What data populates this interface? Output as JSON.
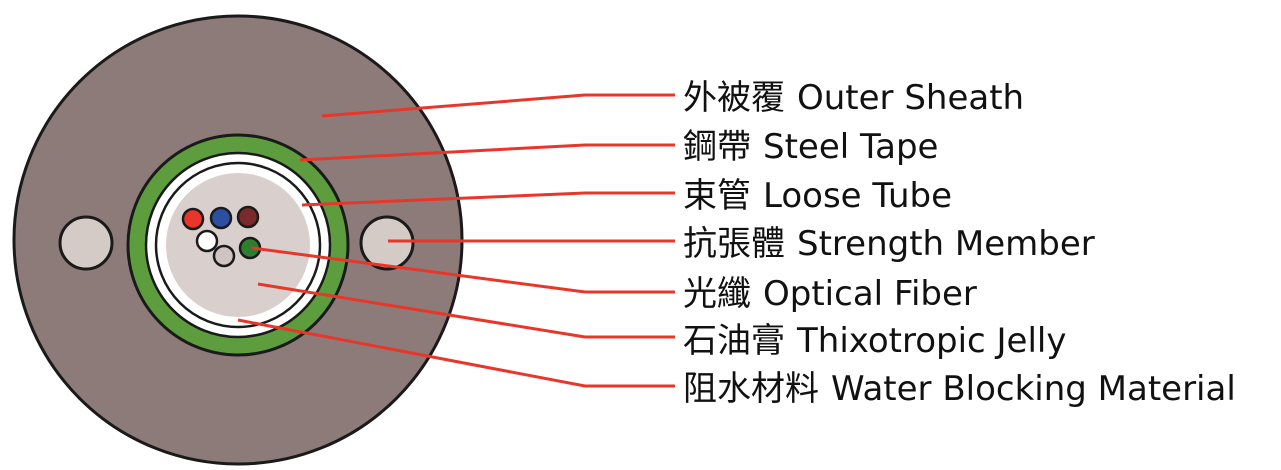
{
  "diagram": {
    "title": "",
    "colors": {
      "sheath": "#8c7b78",
      "steel_tape": "#5e9d3d",
      "tube_white": "#ffffff",
      "jelly": "#d9d0cd",
      "strength_member": "#d4cbc6",
      "leader": "#e8372a",
      "outline": "#1a1a1a"
    },
    "fibers": [
      {
        "color_name": "red",
        "color": "#e8372a"
      },
      {
        "color_name": "blue",
        "color": "#2b50a3"
      },
      {
        "color_name": "dark-red",
        "color": "#7a2a2a"
      },
      {
        "color_name": "white",
        "color": "#ffffff"
      },
      {
        "color_name": "grey",
        "color": "#cfc4bf"
      },
      {
        "color_name": "green",
        "color": "#2f7d2f"
      }
    ],
    "labels": [
      {
        "key": "outer-sheath",
        "zh": "外被覆",
        "en": "Outer Sheath"
      },
      {
        "key": "steel-tape",
        "zh": "鋼帶",
        "en": "Steel Tape"
      },
      {
        "key": "loose-tube",
        "zh": "束管",
        "en": "Loose Tube"
      },
      {
        "key": "strength-member",
        "zh": "抗張體",
        "en": "Strength Member"
      },
      {
        "key": "optical-fiber",
        "zh": "光纖",
        "en": "Optical Fiber"
      },
      {
        "key": "thixotropic-jelly",
        "zh": "石油膏",
        "en": "Thixotropic Jelly"
      },
      {
        "key": "water-blocking-material",
        "zh": "阻水材料",
        "en": "Water Blocking Material"
      }
    ]
  }
}
